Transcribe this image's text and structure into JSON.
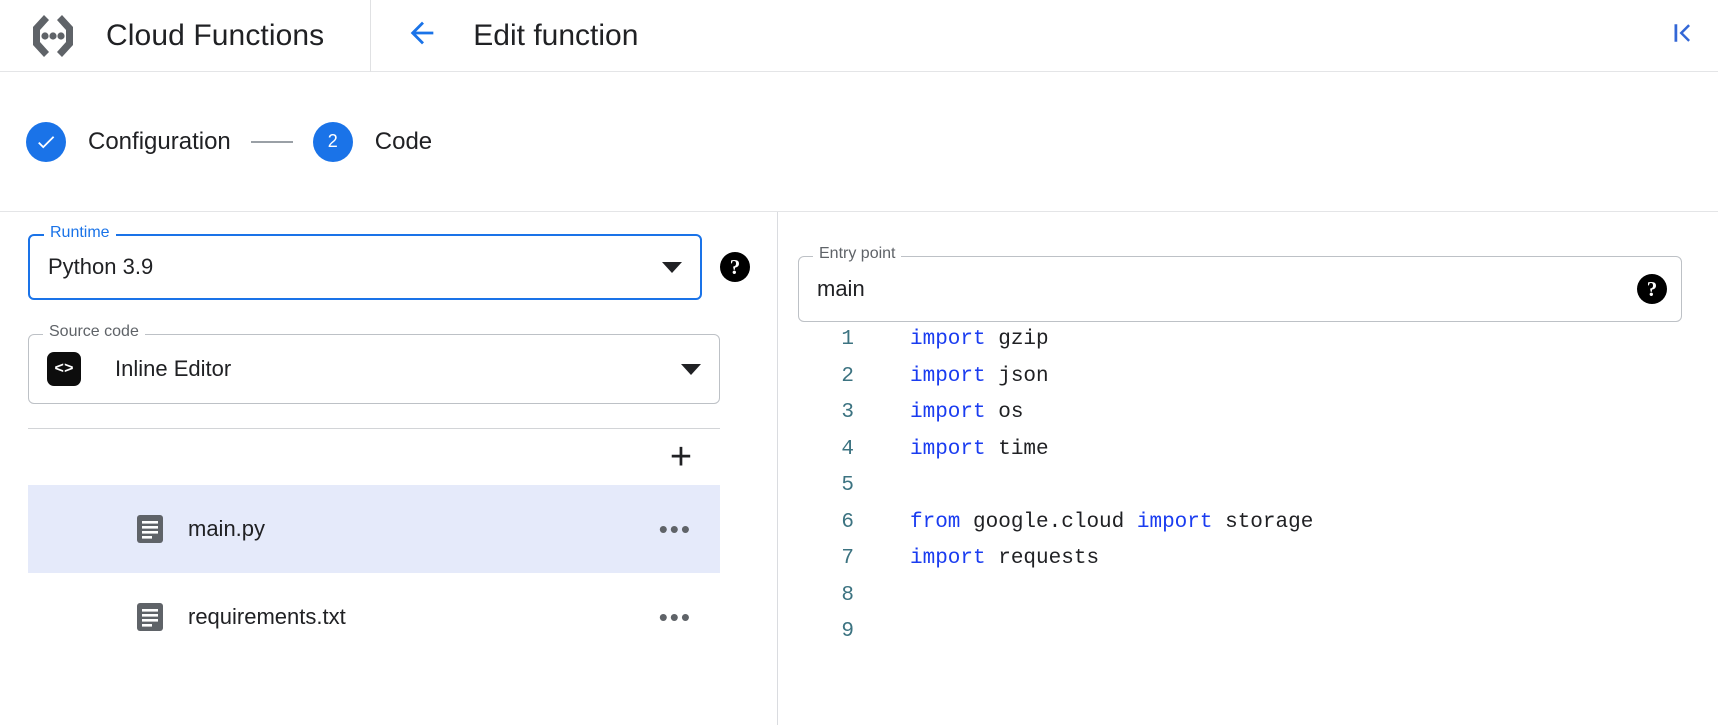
{
  "appbar": {
    "logo_icon": "cloud-functions-logo-icon",
    "brand_title": "Cloud Functions",
    "back_icon": "arrow-left-icon",
    "page_title": "Edit function",
    "collapse_icon": "first-page-collapse-icon"
  },
  "stepper": {
    "steps": [
      {
        "marker": "✓",
        "label": "Configuration",
        "state": "complete"
      },
      {
        "marker": "2",
        "label": "Code",
        "state": "active"
      }
    ]
  },
  "form": {
    "runtime": {
      "legend": "Runtime",
      "value": "Python 3.9",
      "focused": true,
      "dropdown_icon": "chevron-down-icon",
      "help_icon": "help-circle-icon",
      "help_glyph": "?"
    },
    "entry_point": {
      "legend": "Entry point",
      "value": "main",
      "focused": false,
      "help_icon": "help-circle-icon",
      "help_glyph": "?"
    },
    "source_code": {
      "legend": "Source code",
      "value": "Inline Editor",
      "badge_glyph": "<>",
      "badge_icon": "code-brackets-icon",
      "dropdown_icon": "chevron-down-icon"
    }
  },
  "files": {
    "add_label": "+",
    "add_icon": "plus-icon",
    "more_label": "•••",
    "items": [
      {
        "name": "main.py",
        "selected": true,
        "icon": "file-document-icon"
      },
      {
        "name": "requirements.txt",
        "selected": false,
        "icon": "file-document-icon"
      }
    ]
  },
  "editor": {
    "lines": [
      {
        "n": "1",
        "tokens": [
          {
            "t": "import",
            "k": true
          },
          {
            "t": " gzip",
            "k": false
          }
        ]
      },
      {
        "n": "2",
        "tokens": [
          {
            "t": "import",
            "k": true
          },
          {
            "t": " json",
            "k": false
          }
        ]
      },
      {
        "n": "3",
        "tokens": [
          {
            "t": "import",
            "k": true
          },
          {
            "t": " os",
            "k": false
          }
        ]
      },
      {
        "n": "4",
        "tokens": [
          {
            "t": "import",
            "k": true
          },
          {
            "t": " time",
            "k": false
          }
        ]
      },
      {
        "n": "5",
        "tokens": []
      },
      {
        "n": "6",
        "tokens": [
          {
            "t": "from",
            "k": true
          },
          {
            "t": " google.cloud ",
            "k": false
          },
          {
            "t": "import",
            "k": true
          },
          {
            "t": " storage",
            "k": false
          }
        ]
      },
      {
        "n": "7",
        "tokens": [
          {
            "t": "import",
            "k": true
          },
          {
            "t": " requests",
            "k": false
          }
        ]
      },
      {
        "n": "8",
        "tokens": []
      },
      {
        "n": "9",
        "tokens": []
      }
    ]
  },
  "colors": {
    "accent_blue": "#1a73e8",
    "keyword_blue": "#1a3cf0",
    "line_number": "#3c7381",
    "selected_row": "#e5eafa",
    "border_gray": "#bdc1c6",
    "text_primary": "#202124",
    "text_secondary": "#5f6368"
  }
}
